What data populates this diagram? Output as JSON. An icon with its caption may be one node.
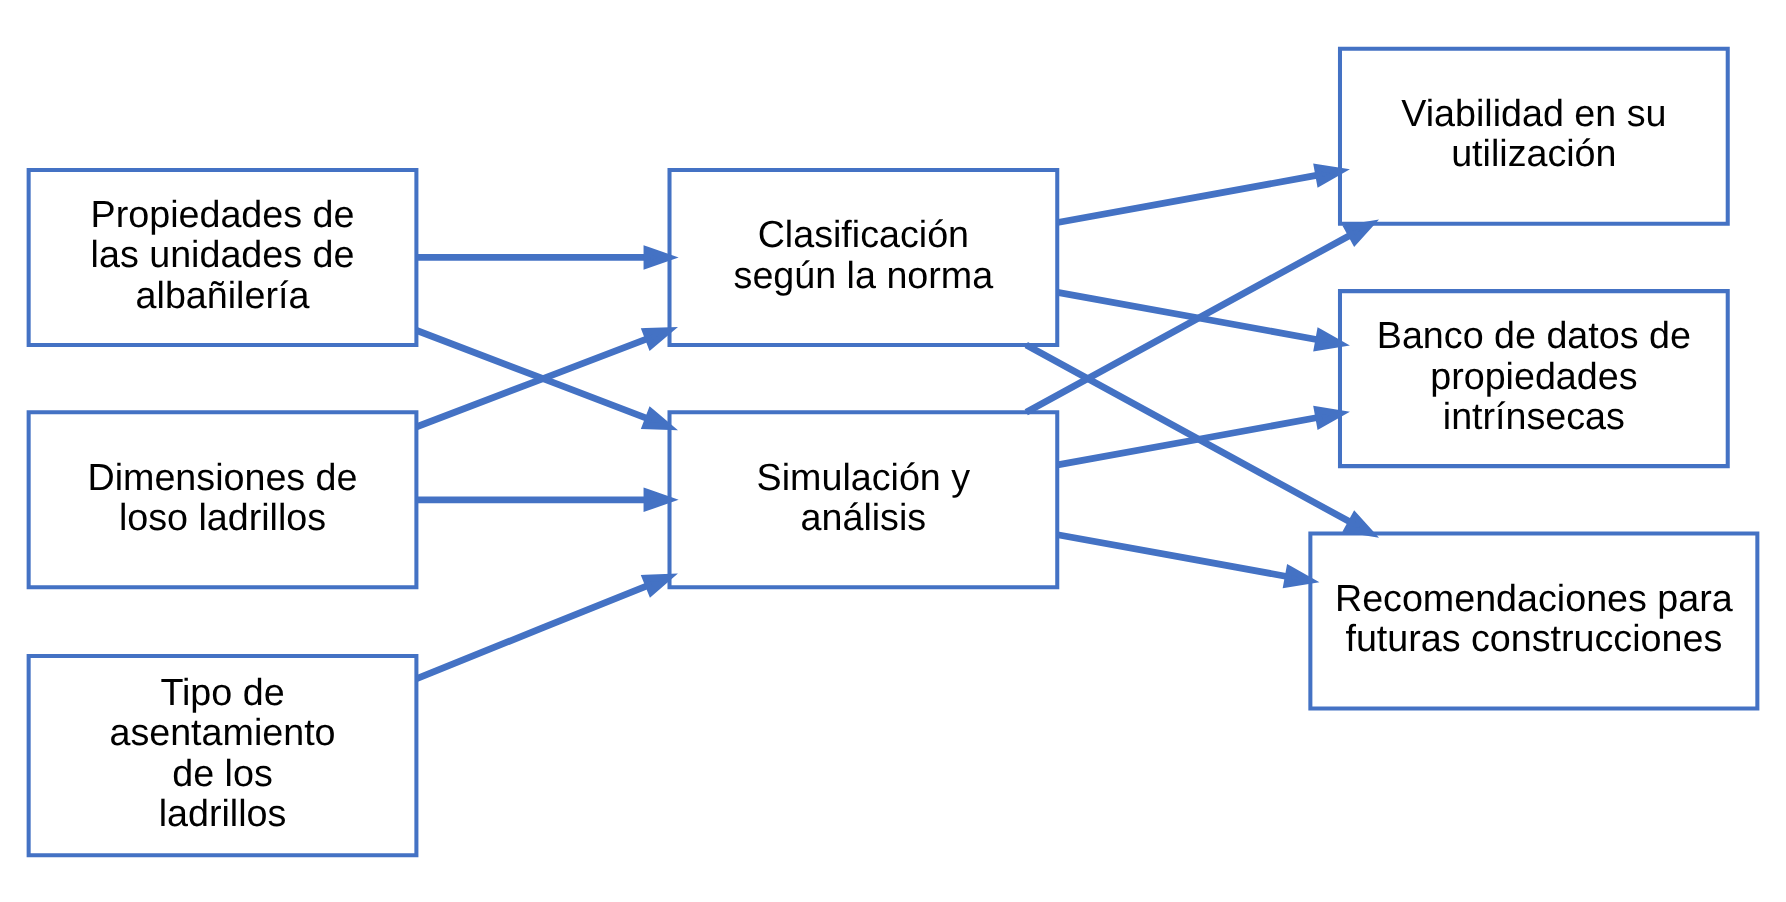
{
  "diagram": {
    "nodes": [
      {
        "text": [
          "Dimensiones de loso ladrillos"
        ]
      },
      {
        "text": [
          "Propiedades de las unidades de albañilería"
        ]
      },
      {
        "text": [
          "Tipo de asentamiento de los ladrillos"
        ]
      },
      {
        "text": [
          "Clasificación según la norma"
        ]
      },
      {
        "text": [
          "Simulación y análisis"
        ]
      },
      {
        "text": [
          "Viabilidad en su utilización"
        ]
      },
      {
        "text": [
          "Banco de datos de propiedades intrínsecas"
        ]
      },
      {
        "text": [
          "Recomendaciones para futuras construcciones"
        ]
      }
    ],
    "edges": [
      {
        "from": 0,
        "to": 3,
        "arrow": "to"
      },
      {
        "from": 0,
        "to": 4,
        "arrow": "to"
      },
      {
        "from": 1,
        "to": 3,
        "arrow": "to"
      },
      {
        "from": 1,
        "to": 4,
        "arrow": "to"
      },
      {
        "from": 2,
        "to": 4,
        "arrow": "to"
      },
      {
        "from": 3,
        "to": 5,
        "arrow": "to"
      },
      {
        "from": 3,
        "to": 6,
        "arrow": "to"
      },
      {
        "from": 3,
        "to": 7,
        "arrow": "to"
      },
      {
        "from": 4,
        "to": 5,
        "arrow": "to"
      },
      {
        "from": 4,
        "to": 6,
        "arrow": "to"
      },
      {
        "from": 4,
        "to": 7,
        "arrow": "to"
      }
    ]
  }
}
